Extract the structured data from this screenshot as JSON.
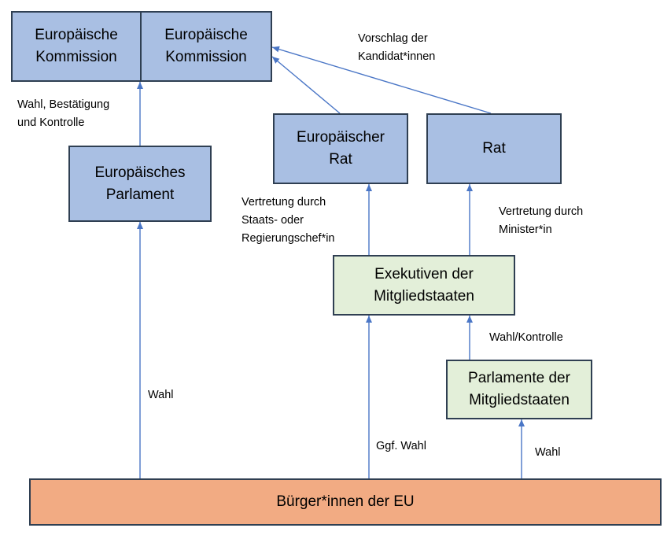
{
  "boxes": {
    "kommission_left": "Europäische\nKommission",
    "kommission_right": "Europäische\nKommission",
    "parlament": "Europäisches\nParlament",
    "europaeischer_rat": "Europäischer\nRat",
    "rat": "Rat",
    "exekutiven": "Exekutiven der\nMitgliedstaaten",
    "parlamente": "Parlamente der\nMitgliedstaaten",
    "buerger": "Bürger*innen der EU"
  },
  "labels": {
    "vorschlag": "Vorschlag der\nKandidat*innen",
    "wahl_bestaetigung": "Wahl, Bestätigung\nund Kontrolle",
    "vertretung_staatschef": "Vertretung durch\nStaats- oder\nRegierungschef*in",
    "vertretung_minister": "Vertretung durch\nMinister*in",
    "wahl_kontrolle": "Wahl/Kontrolle",
    "wahl_parlament": "Wahl",
    "ggf_wahl": "Ggf. Wahl",
    "wahl_parlamente": "Wahl"
  },
  "colors": {
    "blue_box": "#a9bfe3",
    "green_box": "#e3efd9",
    "orange_box": "#f2ab83",
    "arrow": "#4a76c6",
    "border": "#2f3f52"
  }
}
